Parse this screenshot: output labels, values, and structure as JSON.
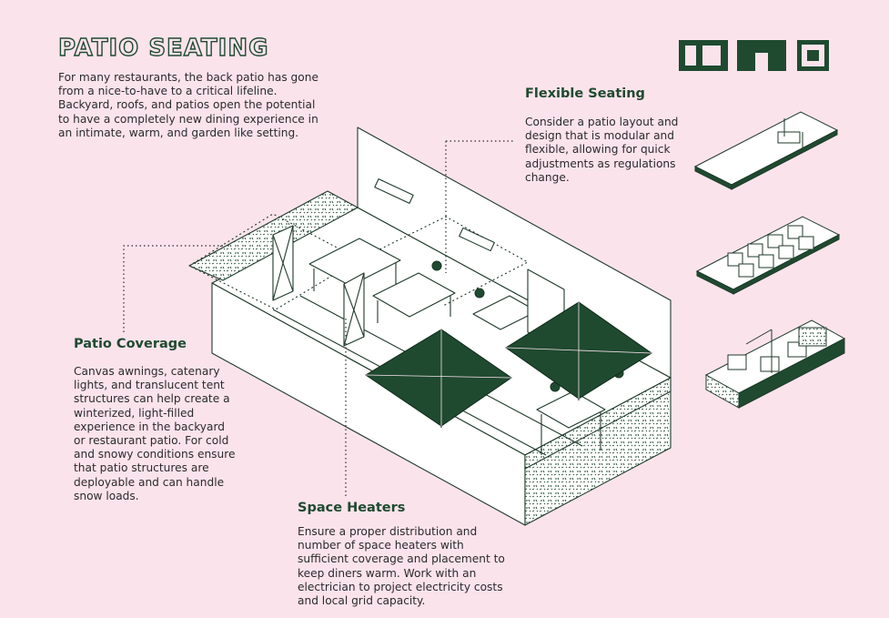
{
  "title": "PATIO SEATING",
  "intro": "For many restaurants, the back patio has gone from a nice-to-have to a critical lifeline. Backyard, roofs, and patios open the potential to have a completely new dining experience in an intimate, warm, and garden like setting.",
  "sections": {
    "flexible_seating": {
      "heading": "Flexible Seating",
      "body": "Consider a patio layout and design that is modular and flexible, allowing for quick adjustments as regulations change."
    },
    "patio_coverage": {
      "heading": "Patio Coverage",
      "body": "Canvas awnings, catenary lights, and translucent tent structures can help create a winterized, light-filled experience in the backyard or restaurant patio. For cold and snowy conditions ensure that patio structures are deployable and can handle snow loads."
    },
    "space_heaters": {
      "heading": "Space Heaters",
      "body": "Ensure a proper distribution and number of space heaters with sufficient coverage and placement to keep diners warm. Work with an electrician to project electricity costs and local grid capacity."
    }
  },
  "colors": {
    "background": "#fbe3ec",
    "accent_green": "#1f4a30",
    "text": "#2b2b2b"
  }
}
